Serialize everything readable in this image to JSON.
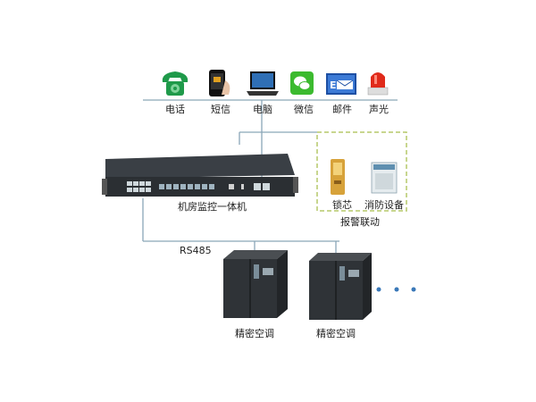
{
  "notify": {
    "items": [
      {
        "icon": "telephone-icon",
        "label": "电话"
      },
      {
        "icon": "sms-phone-icon",
        "label": "短信"
      },
      {
        "icon": "laptop-icon",
        "label": "电脑"
      },
      {
        "icon": "wechat-icon",
        "label": "微信"
      },
      {
        "icon": "email-icon",
        "label": "邮件"
      },
      {
        "icon": "siren-icon",
        "label": "声光"
      }
    ]
  },
  "device": {
    "label": "机房监控一体机"
  },
  "linkage": {
    "items": [
      {
        "icon": "door-lock-icon",
        "label": "锁芯"
      },
      {
        "icon": "fire-equipment-icon",
        "label": "消防设备"
      }
    ],
    "caption": "报警联动"
  },
  "bus": {
    "label": "RS485"
  },
  "ac_units": [
    {
      "label": "精密空调"
    },
    {
      "label": "精密空调"
    }
  ],
  "colors": {
    "line": "#8aa6b8",
    "dashed_box": "#b5c96a",
    "device_body": "#2b2f33"
  }
}
